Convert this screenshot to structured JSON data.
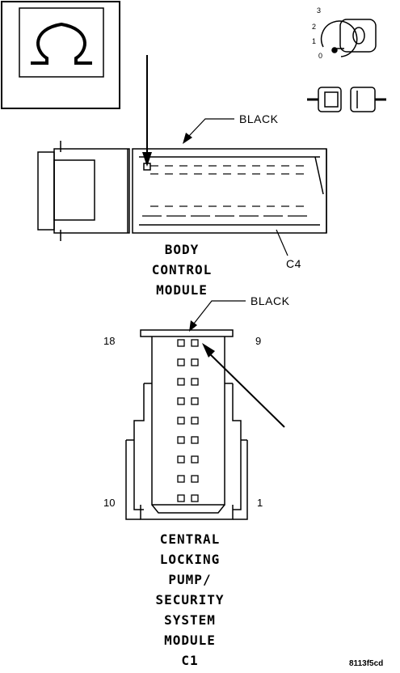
{
  "diagram": {
    "bcm_connector_color": "BLACK",
    "bcm_connector_id": "C4",
    "bcm_title_lines": [
      "BODY",
      "CONTROL",
      "MODULE"
    ],
    "clp_connector_color": "BLACK",
    "clp_title_lines": [
      "CENTRAL",
      "LOCKING",
      "PUMP/",
      "SECURITY",
      "SYSTEM",
      "MODULE",
      "C1"
    ],
    "pin_labels": {
      "top_left": "18",
      "top_right": "9",
      "bottom_left": "10",
      "bottom_right": "1"
    },
    "ignition_positions": [
      "3",
      "2",
      "1",
      "0"
    ],
    "figure_id": "8113f5cd"
  }
}
